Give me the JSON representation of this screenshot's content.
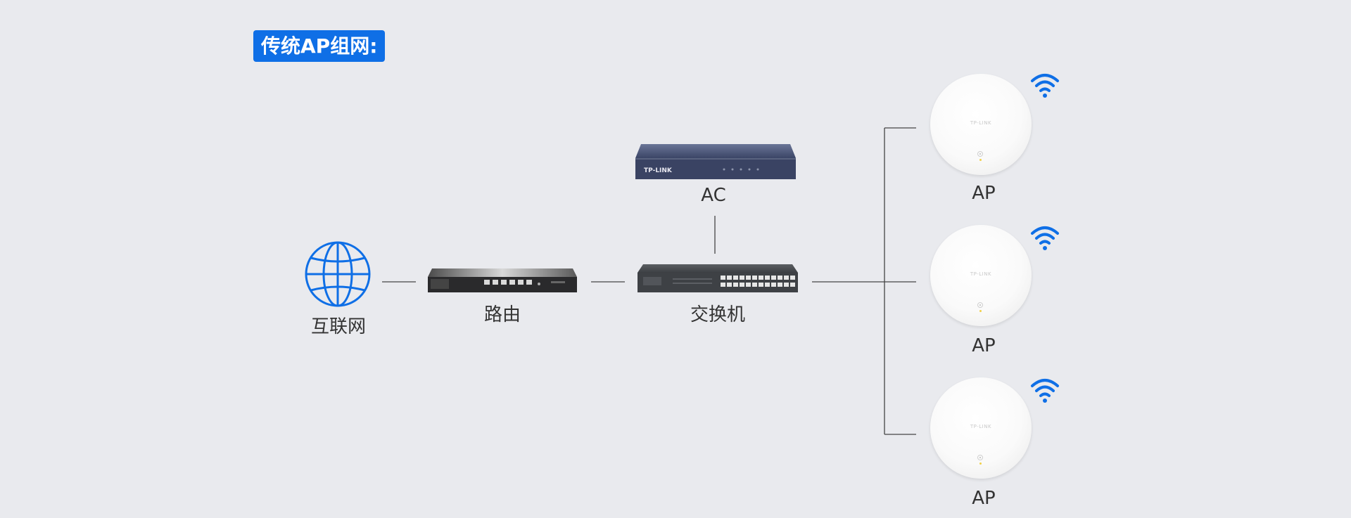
{
  "header": {
    "title": "传统AP组网:"
  },
  "nodes": {
    "internet": {
      "label": "互联网",
      "icon": "globe-icon"
    },
    "router": {
      "label": "路由",
      "icon": "router-device"
    },
    "switch": {
      "label": "交换机",
      "icon": "switch-device"
    },
    "ac": {
      "label": "AC",
      "icon": "ac-controller-device",
      "brand": "TP-LINK"
    },
    "aps": [
      {
        "label": "AP",
        "brand": "TP-LINK",
        "icon": "wifi-icon"
      },
      {
        "label": "AP",
        "brand": "TP-LINK",
        "icon": "wifi-icon"
      },
      {
        "label": "AP",
        "brand": "TP-LINK",
        "icon": "wifi-icon"
      }
    ]
  },
  "colors": {
    "accent": "#0f6fe6",
    "background": "#e9eaee",
    "line": "#444444",
    "text": "#333333"
  }
}
